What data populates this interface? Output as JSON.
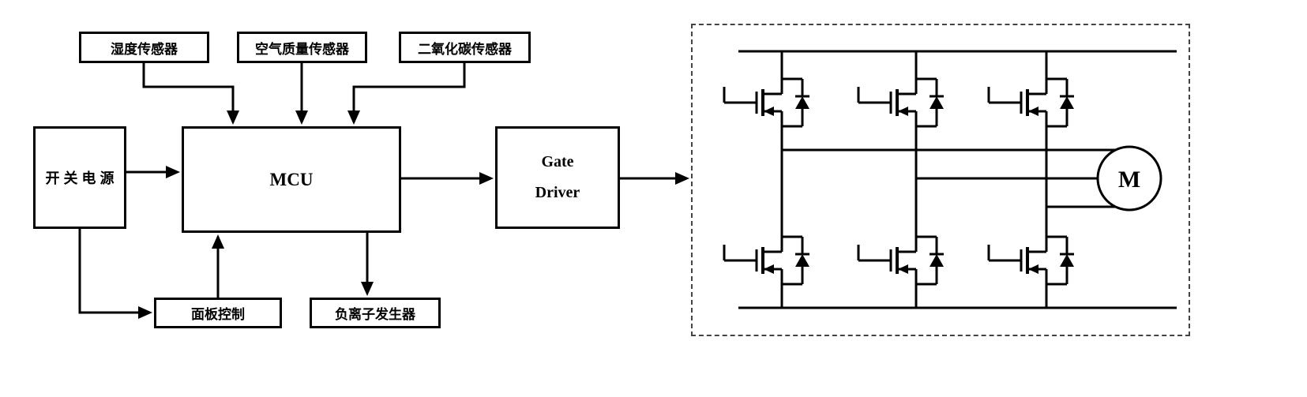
{
  "diagram": {
    "sensors": {
      "humidity": "湿度传感器",
      "air_quality": "空气质量传感器",
      "co2": "二氧化碳传感器"
    },
    "power_supply": "开关电源",
    "mcu": "MCU",
    "gate_driver": {
      "line1": "Gate",
      "line2": "Driver"
    },
    "panel_control": "面板控制",
    "ion_generator": "负离子发生器",
    "motor": "M",
    "colors": {
      "line": "#000000",
      "background": "#ffffff",
      "dashed_border": "#444444"
    }
  }
}
